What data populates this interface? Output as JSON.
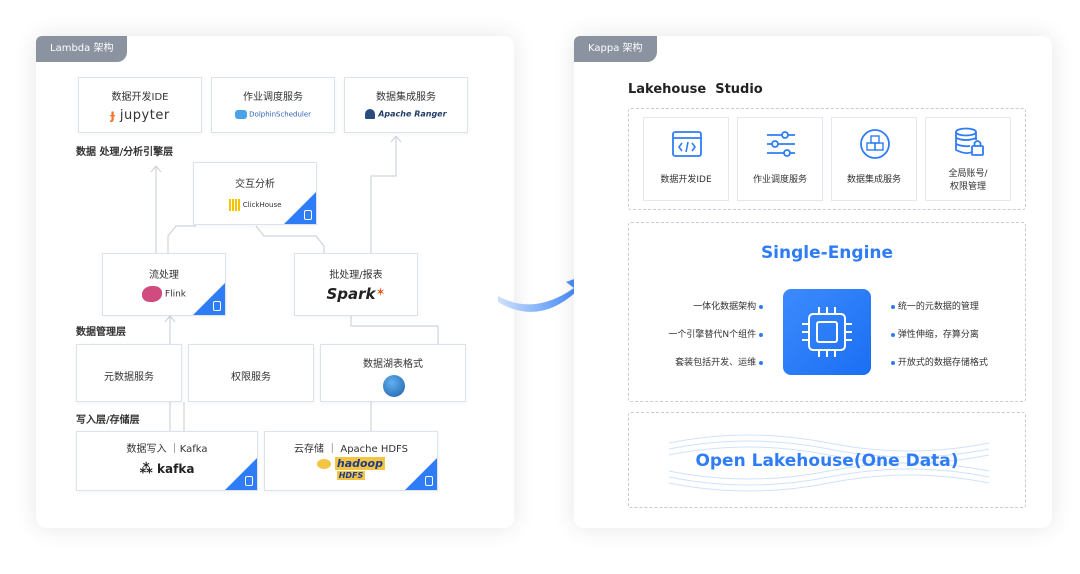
{
  "lambda": {
    "tag": "Lambda 架构",
    "layers": {
      "processing": "数据 处理/分析引擎层",
      "management": "数据管理层",
      "storage": "写入层/存储层"
    },
    "top_boxes": [
      {
        "title": "数据开发IDE",
        "logo": "jupyter"
      },
      {
        "title": "作业调度服务",
        "logo": "DolphinScheduler"
      },
      {
        "title": "数据集成服务",
        "logo": "Apache Ranger"
      }
    ],
    "interactive": {
      "title": "交互分析",
      "logo": "ClickHouse"
    },
    "stream": {
      "title": "流处理",
      "logo": "Flink"
    },
    "batch": {
      "title": "批处理/报表",
      "logo": "Spark"
    },
    "mgmt_boxes": [
      {
        "title": "元数据服务"
      },
      {
        "title": "权限服务"
      },
      {
        "title": "数据湖表格式"
      }
    ],
    "storage_boxes": [
      {
        "title": "数据写入 ｜Kafka",
        "logo": "kafka"
      },
      {
        "title": "云存储 ｜ Apache HDFS",
        "logo": "hadoop",
        "logo_sub": "HDFS"
      }
    ]
  },
  "kappa": {
    "tag": "Kappa 架构",
    "studio_title": "Lakehouse  Studio",
    "studio_cards": [
      {
        "label": "数据开发IDE",
        "icon": "code-window-icon"
      },
      {
        "label": "作业调度服务",
        "icon": "sliders-icon"
      },
      {
        "label": "数据集成服务",
        "icon": "cubes-icon"
      },
      {
        "label": "全局账号/",
        "label2": "权限管理",
        "icon": "database-lock-icon"
      }
    ],
    "engine_title": "Single-Engine",
    "left_features": [
      "一体化数据架构",
      "一个引擎替代N个组件",
      "套装包括开发、运维"
    ],
    "right_features": [
      "统一的元数据的管理",
      "弹性伸缩，存算分离",
      "开放式的数据存储格式"
    ],
    "open_title": "Open Lakehouse(One Data)"
  },
  "colors": {
    "accent": "#2f7df6",
    "tag_bg": "#8a939f"
  }
}
